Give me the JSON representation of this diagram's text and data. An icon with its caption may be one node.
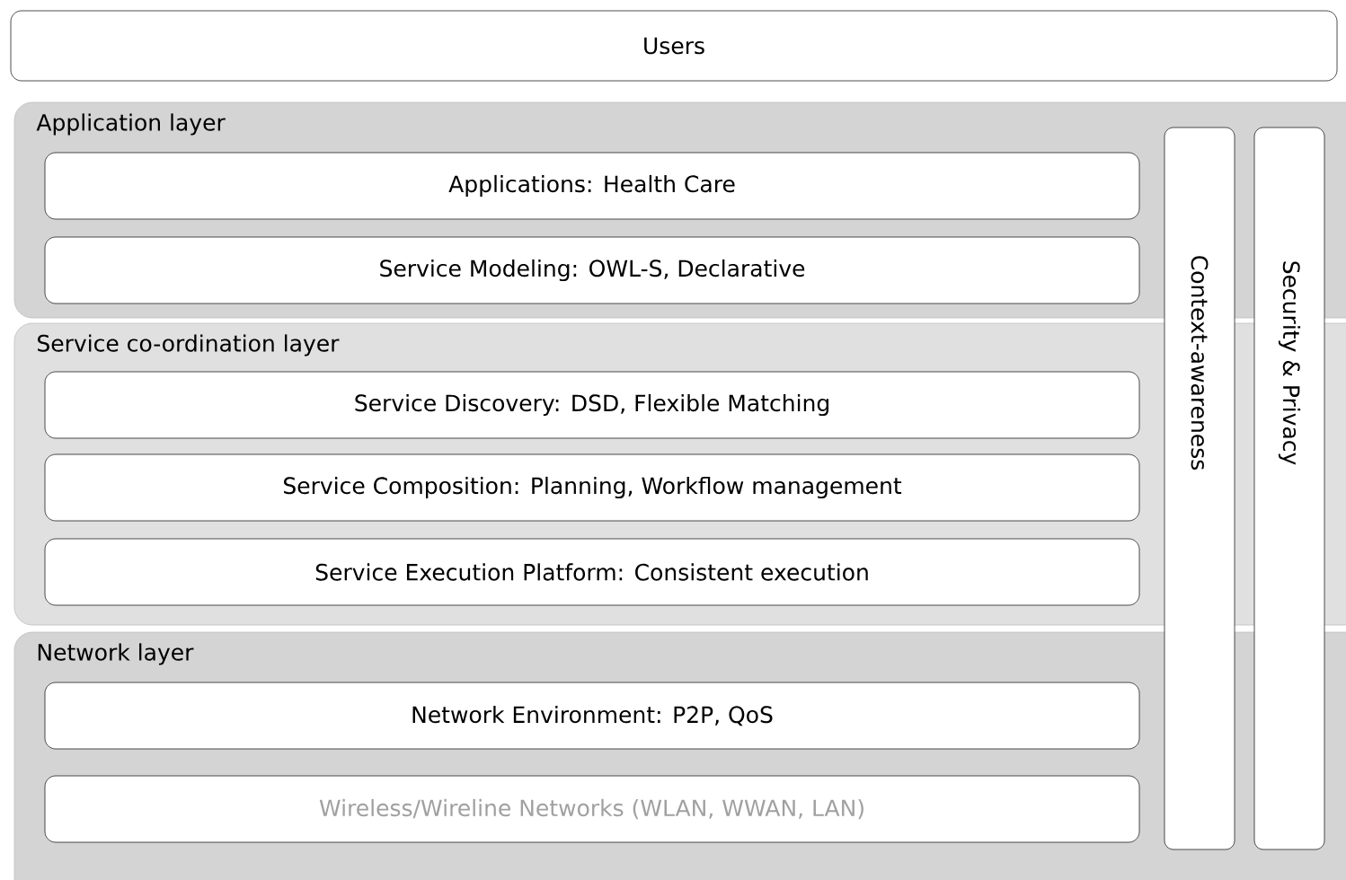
{
  "diagram": {
    "nodes": [
      {
        "text": [
          "Users"
        ]
      },
      {
        "text": [
          "Application layer"
        ]
      },
      {
        "text": [
          "Applications: Health Care"
        ],
        "in": 1
      },
      {
        "text": [
          "Service Modeling: OWL-S, Declarative"
        ],
        "in": 1
      },
      {
        "text": [
          "Service co-ordination layer"
        ]
      },
      {
        "text": [
          "Service Discovery: DSD, Flexible Matching"
        ],
        "in": 4
      },
      {
        "text": [
          "Service Composition: Planning, Workflow management"
        ],
        "in": 4
      },
      {
        "text": [
          "Service Execution Platform: Consistent execution"
        ],
        "in": 4
      },
      {
        "text": [
          "Network layer"
        ]
      },
      {
        "text": [
          "Network Environment: P2P, QoS"
        ],
        "in": 8
      },
      {
        "text": [
          "Wireless/Wireline Networks (WLAN, WWAN, LAN)"
        ],
        "in": 8
      },
      {
        "text": [
          "Context-awareness"
        ]
      },
      {
        "text": [
          "Security & Privacy"
        ]
      }
    ]
  }
}
